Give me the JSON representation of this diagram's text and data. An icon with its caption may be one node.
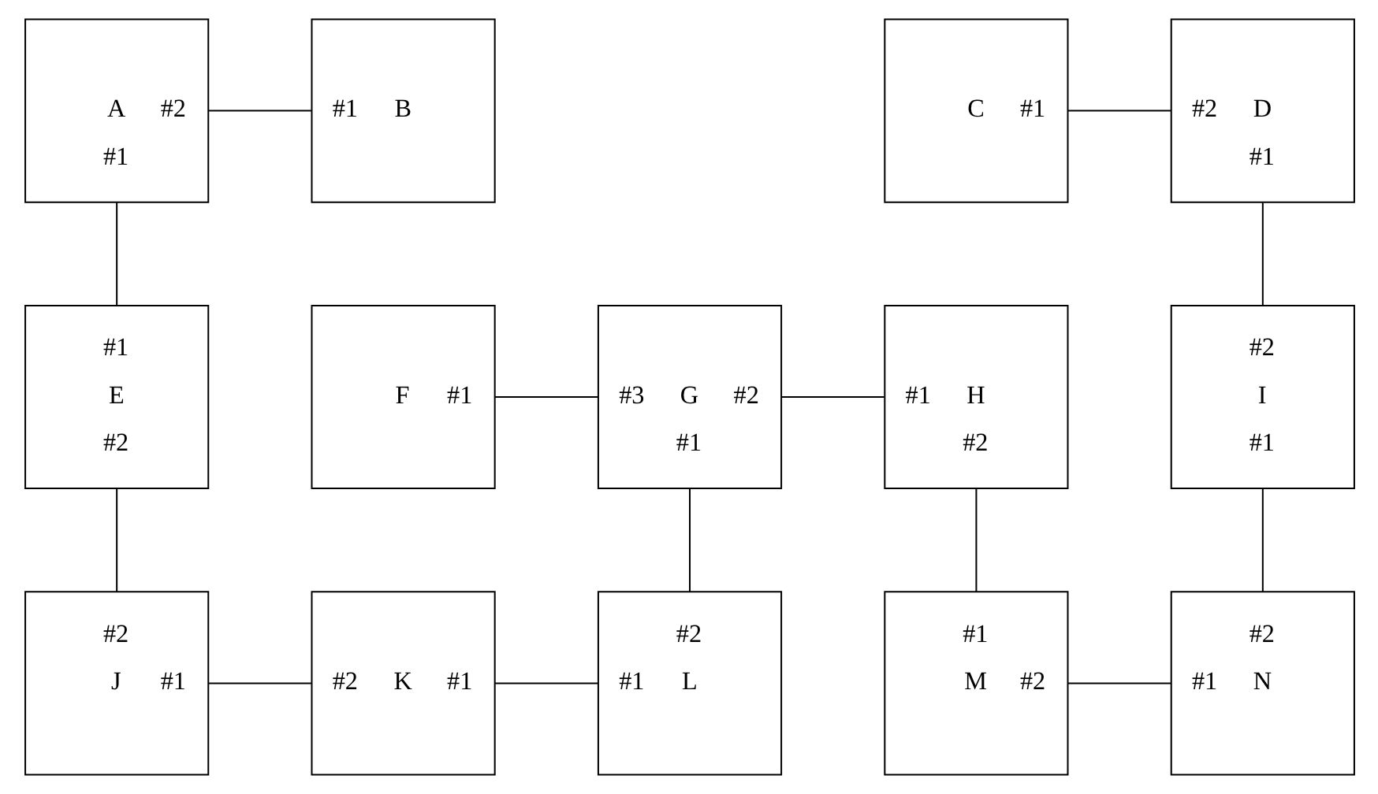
{
  "diagram": {
    "nodes": [
      {
        "text": [
          "A",
          "#2",
          "#1"
        ]
      },
      {
        "text": [
          "#1",
          "B"
        ]
      },
      {
        "text": [
          "C",
          "#1"
        ]
      },
      {
        "text": [
          "#2",
          "D",
          "#1"
        ]
      },
      {
        "text": [
          "#1",
          "E",
          "#2"
        ]
      },
      {
        "text": [
          "F",
          "#1"
        ]
      },
      {
        "text": [
          "#3",
          "G",
          "#2",
          "#1"
        ]
      },
      {
        "text": [
          "#1",
          "H",
          "#2"
        ]
      },
      {
        "text": [
          "#2",
          "I",
          "#1"
        ]
      },
      {
        "text": [
          "#2",
          "J",
          "#1"
        ]
      },
      {
        "text": [
          "#2",
          "K",
          "#1"
        ]
      },
      {
        "text": [
          "#2",
          "#1",
          "L"
        ]
      },
      {
        "text": [
          "#1",
          "M",
          "#2"
        ]
      },
      {
        "text": [
          "#2",
          "#1",
          "N"
        ]
      }
    ],
    "edges": [
      {
        "from": 0,
        "to": 1,
        "arrow": "none"
      },
      {
        "from": 2,
        "to": 3,
        "arrow": "none"
      },
      {
        "from": 0,
        "to": 4,
        "arrow": "none"
      },
      {
        "from": 3,
        "to": 8,
        "arrow": "none"
      },
      {
        "from": 5,
        "to": 6,
        "arrow": "none"
      },
      {
        "from": 6,
        "to": 7,
        "arrow": "none"
      },
      {
        "from": 4,
        "to": 9,
        "arrow": "none"
      },
      {
        "from": 6,
        "to": 11,
        "arrow": "none"
      },
      {
        "from": 7,
        "to": 12,
        "arrow": "none"
      },
      {
        "from": 8,
        "to": 13,
        "arrow": "none"
      },
      {
        "from": 9,
        "to": 10,
        "arrow": "none"
      },
      {
        "from": 10,
        "to": 11,
        "arrow": "none"
      },
      {
        "from": 12,
        "to": 13,
        "arrow": "none"
      }
    ]
  }
}
